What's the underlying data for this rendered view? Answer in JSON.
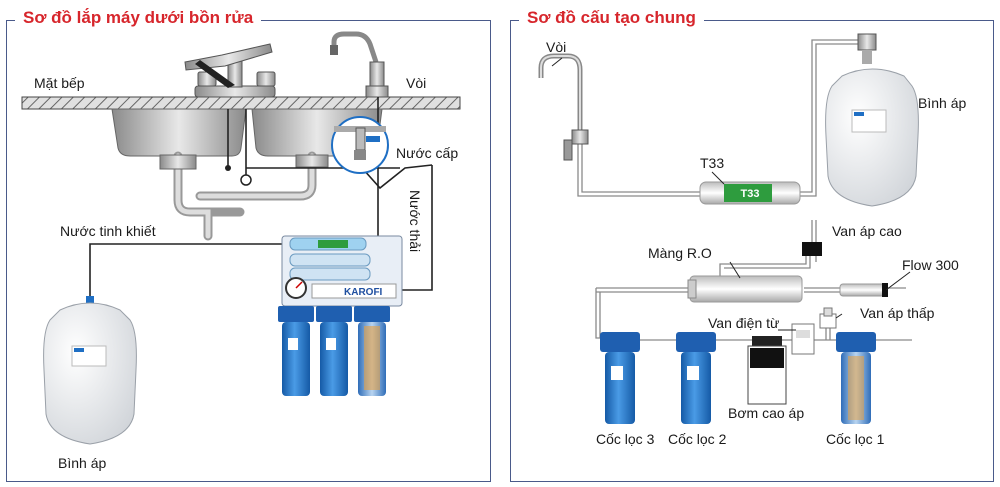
{
  "left_panel": {
    "title": "Sơ đồ lắp máy dưới bồn rửa",
    "labels": {
      "countertop": "Mặt bếp",
      "faucet": "Vòi",
      "water_supply": "Nước cấp",
      "waste_water": "Nước thải",
      "pure_water": "Nước tinh khiết",
      "pressure_tank": "Bình áp"
    }
  },
  "right_panel": {
    "title": "Sơ đồ cấu tạo chung",
    "labels": {
      "faucet": "Vòi",
      "pressure_tank": "Bình áp",
      "t33": "T33",
      "high_pressure_valve": "Van áp cao",
      "ro_membrane": "Màng R.O",
      "flow": "Flow 300",
      "solenoid_valve": "Van điện từ",
      "low_pressure_valve": "Van áp thấp",
      "booster_pump": "Bơm cao áp",
      "filter3": "Cốc lọc 3",
      "filter2": "Cốc lọc 2",
      "filter1": "Cốc lọc 1"
    },
    "t33_cartridge_text": "T33"
  },
  "colors": {
    "title_red": "#d7262c",
    "border": "#4a5a8a",
    "filter_blue": "#1f6fc4",
    "tank_white": "#f4f5f7",
    "line_dark": "#222222",
    "pipe_gray": "#9a9a9a"
  },
  "brand_text": "KAROFI"
}
